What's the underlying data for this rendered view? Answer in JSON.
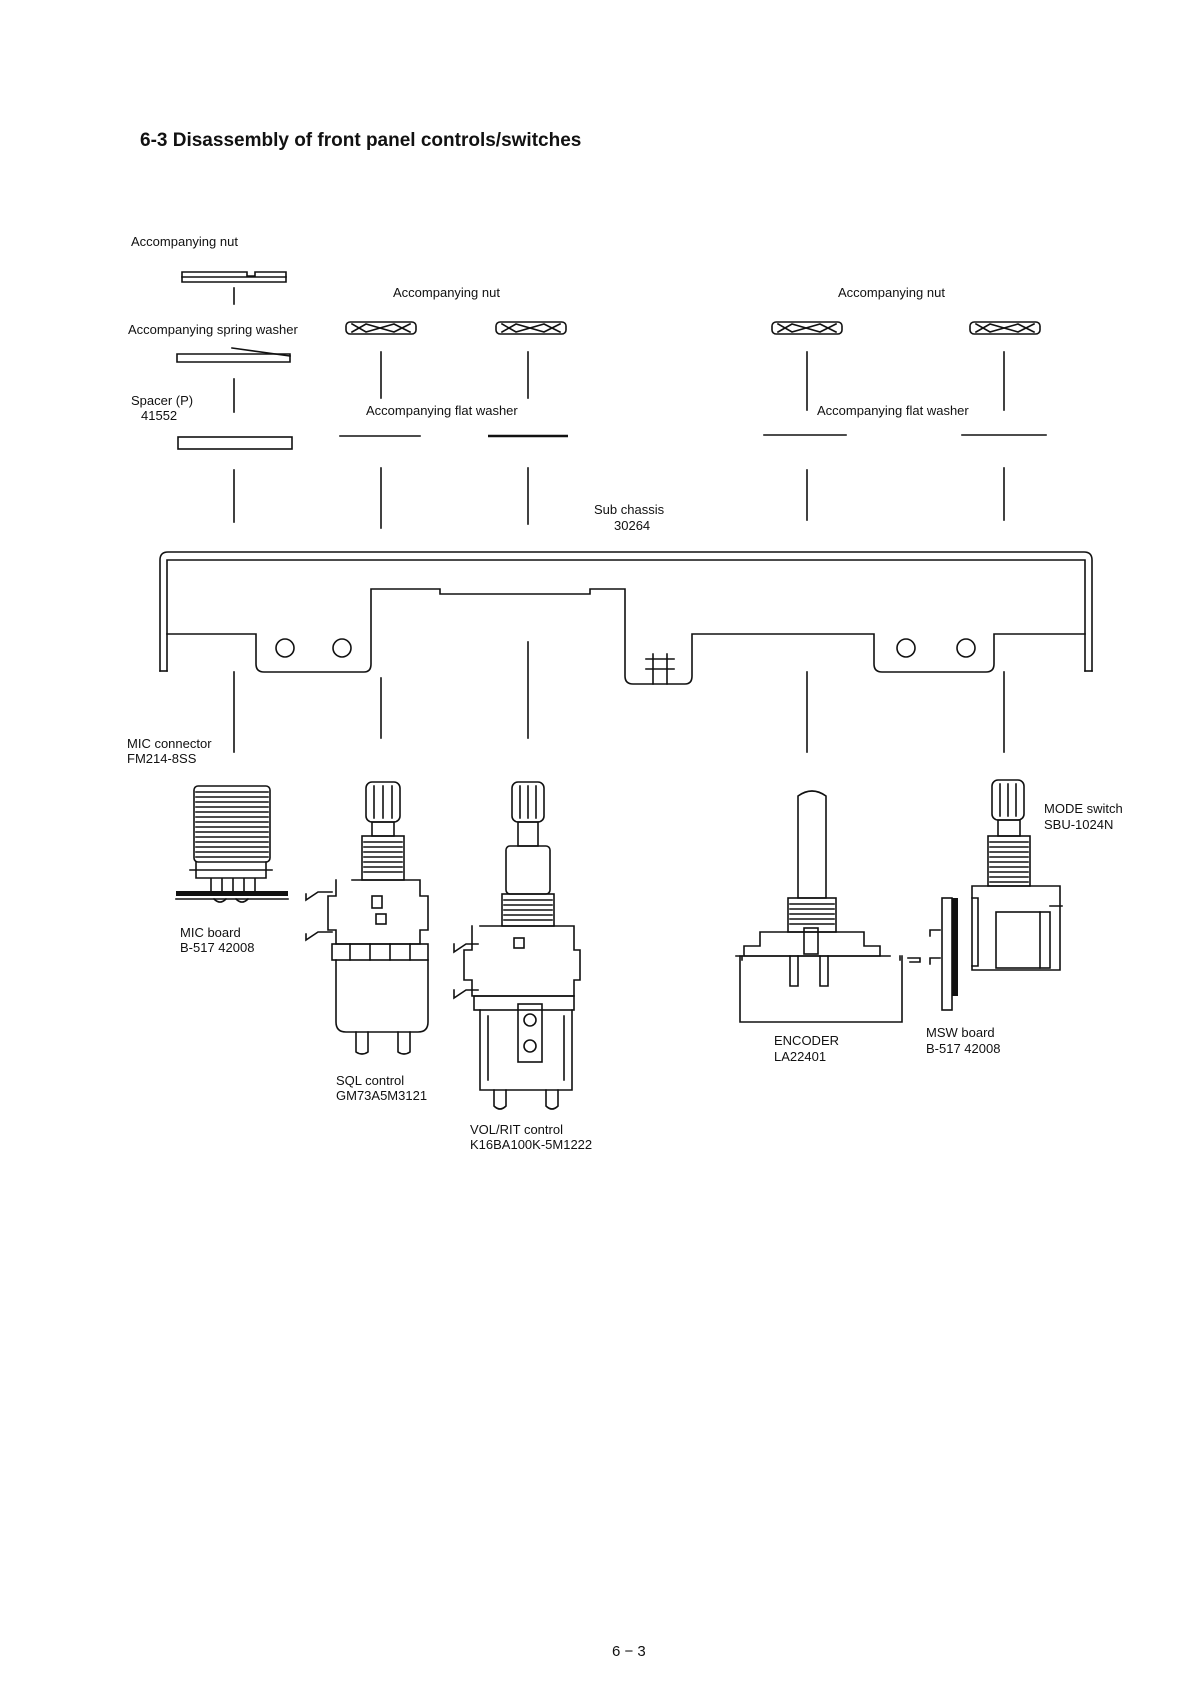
{
  "section_title": "6-3 Disassembly of front panel controls/switches",
  "labels": {
    "accompanying_nut_1": "Accompanying nut",
    "accompanying_nut_2": "Accompanying nut",
    "accompanying_nut_3": "Accompanying nut",
    "spring_washer": "Accompanying spring washer",
    "spacer_line1": "Spacer (P)",
    "spacer_line2": "41552",
    "flat_washer_1": "Accompanying flat washer",
    "flat_washer_2": "Accompanying flat washer",
    "sub_chassis_line1": "Sub chassis",
    "sub_chassis_line2": "30264",
    "mic_connector_line1": "MIC connector",
    "mic_connector_line2": "FM214-8SS",
    "mic_board_line1": "MIC board",
    "mic_board_line2": "B-517 42008",
    "sql_line1": "SQL control",
    "sql_line2": "GM73A5M3121",
    "volrit_line1": "VOL/RIT control",
    "volrit_line2": "K16BA100K-5M1222",
    "encoder_line1": "ENCODER",
    "encoder_line2": "LA22401",
    "msw_line1": "MSW board",
    "msw_line2": "B-517 42008",
    "mode_line1": "MODE switch",
    "mode_line2": "SBU-1024N"
  },
  "page_number": "6 − 3"
}
